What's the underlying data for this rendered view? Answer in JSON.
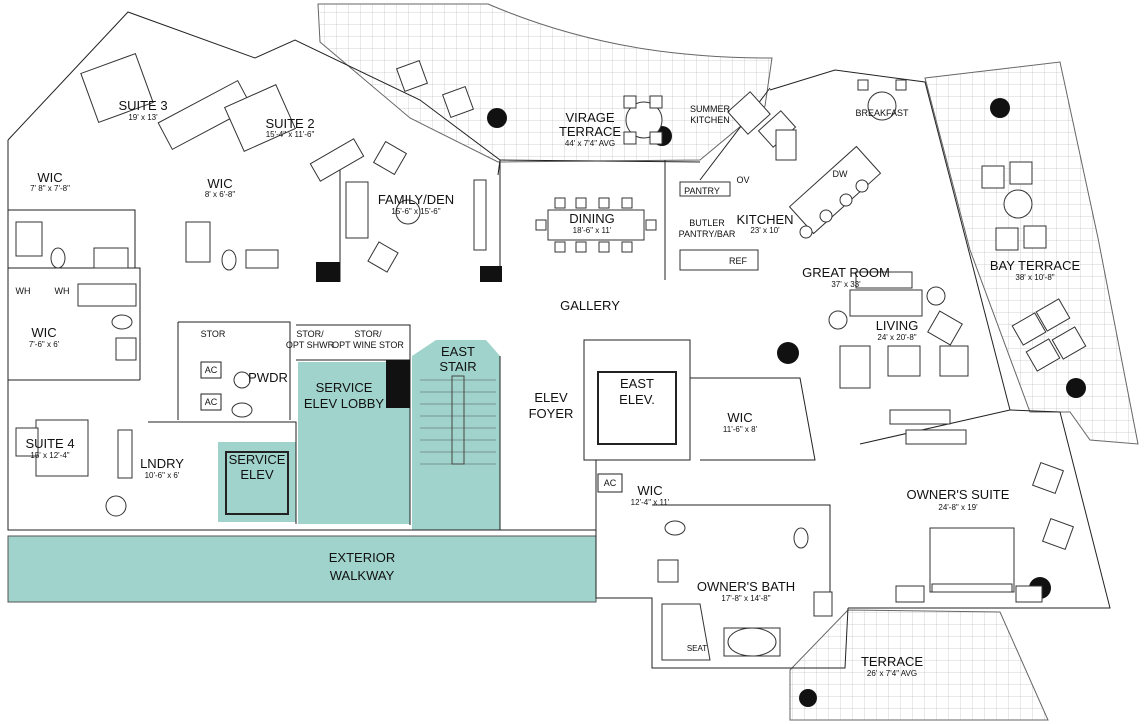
{
  "colors": {
    "wall": "#111111",
    "teal": "#9fd3cb",
    "tile": "#9a9a9a",
    "background": "#ffffff"
  },
  "rooms": {
    "suite3": {
      "name": "SUITE 3",
      "dims": "19' x 13'"
    },
    "suite2": {
      "name": "SUITE 2",
      "dims": "15'-4\" x 11'-6\""
    },
    "wic_s3": {
      "name": "WIC",
      "dims": "7' 8\" x 7'-8\""
    },
    "wic_s2": {
      "name": "WIC",
      "dims": "8' x 6'-8\""
    },
    "family": {
      "name": "FAMILY/DEN",
      "dims": "15'-6\" x 15'-6\""
    },
    "virage": {
      "name": "VIRAGE",
      "name2": "TERRACE",
      "dims": "44' x 7'4\" AVG"
    },
    "summer_kitchen": {
      "name": "SUMMER",
      "name2": "KITCHEN"
    },
    "breakfast": {
      "name": "BREAKFAST"
    },
    "dining": {
      "name": "DINING",
      "dims": "18'-6\" x 11'"
    },
    "pantry": {
      "name": "PANTRY"
    },
    "ov": {
      "name": "OV"
    },
    "dw": {
      "name": "DW"
    },
    "kitchen": {
      "name": "KITCHEN",
      "dims": "23' x 10'"
    },
    "butler": {
      "name": "BUTLER",
      "name2": "PANTRY/BAR"
    },
    "ref": {
      "name": "REF"
    },
    "bay": {
      "name": "BAY TERRACE",
      "dims": "38' x 10'-8\""
    },
    "great_room": {
      "name": "GREAT ROOM",
      "dims": "37' x 33'"
    },
    "living": {
      "name": "LIVING",
      "dims": "24' x 20'-8\""
    },
    "gallery": {
      "name": "GALLERY"
    },
    "wh1": {
      "name": "WH"
    },
    "wh2": {
      "name": "WH"
    },
    "wic_s4": {
      "name": "WIC",
      "dims": "7'-6\" x 6'"
    },
    "stor": {
      "name": "STOR"
    },
    "stor_shwr": {
      "name": "STOR/",
      "name2": "OPT SHWR"
    },
    "stor_wine": {
      "name": "STOR/",
      "name2": "OPT WINE STOR"
    },
    "east_stair": {
      "name": "EAST",
      "name2": "STAIR"
    },
    "ac1": {
      "name": "AC"
    },
    "ac2": {
      "name": "AC"
    },
    "ac3": {
      "name": "AC"
    },
    "pwdr": {
      "name": "PWDR"
    },
    "service_lobby": {
      "name": "SERVICE",
      "name2": "ELEV LOBBY"
    },
    "service_elev": {
      "name": "SERVICE",
      "name2": "ELEV"
    },
    "elev_foyer": {
      "name": "ELEV",
      "name2": "FOYER"
    },
    "east_elev": {
      "name": "EAST",
      "name2": "ELEV."
    },
    "wic_owner": {
      "name": "WIC",
      "dims": "11'-6\" x 8'"
    },
    "suite4": {
      "name": "SUITE 4",
      "dims": "15' x 12'-4\""
    },
    "lndry": {
      "name": "LNDRY",
      "dims": "10'-6\" x 6'"
    },
    "wic_bath": {
      "name": "WIC",
      "dims": "12'-4\" x 11'"
    },
    "owners_suite": {
      "name": "OWNER'S SUITE",
      "dims": "24'-8\" x 19'"
    },
    "walkway": {
      "name": "EXTERIOR",
      "name2": "WALKWAY"
    },
    "owners_bath": {
      "name": "OWNER'S BATH",
      "dims": "17'-8\" x 14'-8\""
    },
    "seat": {
      "name": "SEAT"
    },
    "terrace": {
      "name": "TERRACE",
      "dims": "26' x 7'4\" AVG"
    }
  }
}
